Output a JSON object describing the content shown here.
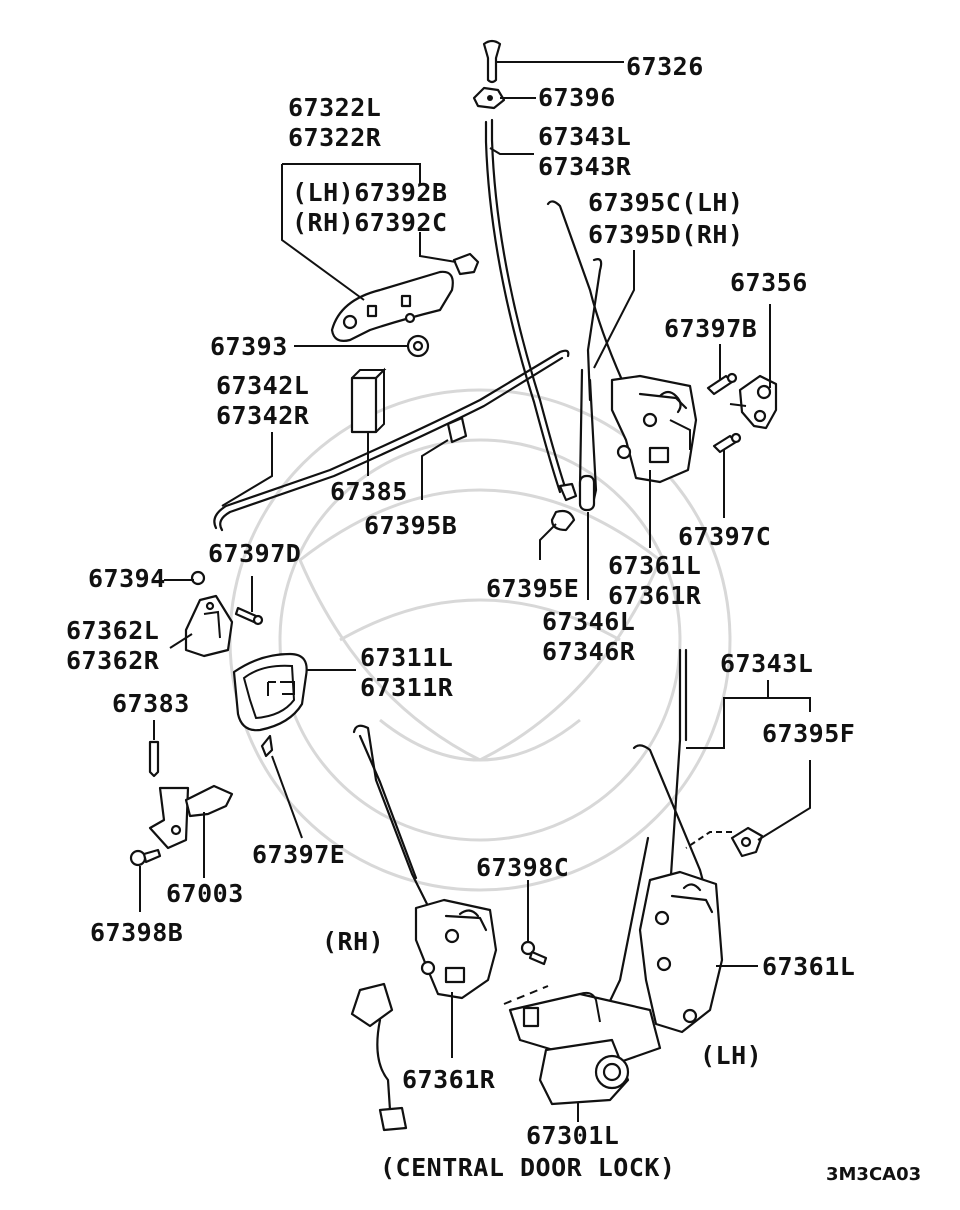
{
  "diagram": {
    "parts": {
      "p67326": "67326",
      "p67396": "67396",
      "p67343L_top": "67343L",
      "p67343R_top": "67343R",
      "p67322L": "67322L",
      "p67322R": "67322R",
      "p67392B": "(LH)67392B",
      "p67392C": "(RH)67392C",
      "p67395C": "67395C(LH)",
      "p67395D": "67395D(RH)",
      "p67356": "67356",
      "p67397B": "67397B",
      "p67393": "67393",
      "p67342L": "67342L",
      "p67342R": "67342R",
      "p67385": "67385",
      "p67395B": "67395B",
      "p67397C": "67397C",
      "p67361L_top": "67361L",
      "p67361R_top": "67361R",
      "p67395E": "67395E",
      "p67397D": "67397D",
      "p67394": "67394",
      "p67362L": "67362L",
      "p67362R": "67362R",
      "p67346L": "67346L",
      "p67346R": "67346R",
      "p67311L": "67311L",
      "p67311R": "67311R",
      "p67343L_bottom": "67343L",
      "p67395F": "67395F",
      "p67383": "67383",
      "p67397E": "67397E",
      "p67003": "67003",
      "p67398C": "67398C",
      "p67398B": "67398B",
      "p67361L_bottom": "67361L",
      "p67361R_bottom": "67361R",
      "p67301L": "67301L"
    },
    "annotations": {
      "rh": "(RH)",
      "lh": "(LH)",
      "central_door_lock": "(CENTRAL DOOR LOCK)",
      "diagram_code": "3M3CA03"
    }
  }
}
